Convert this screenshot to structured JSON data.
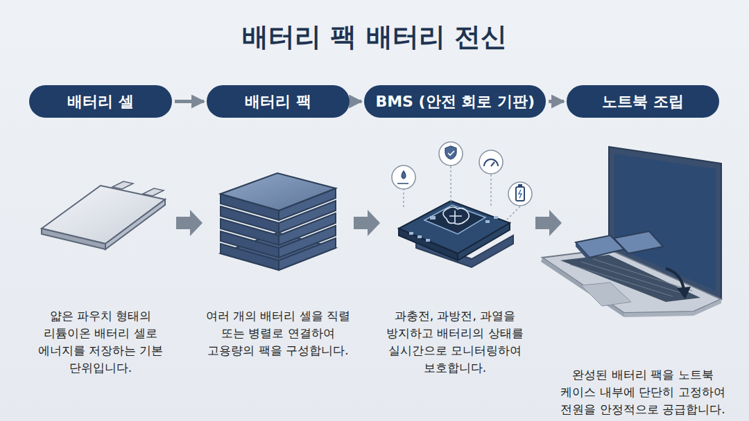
{
  "diagram": {
    "title": "배터리 팩 배터리 전신",
    "nodes": [
      {
        "text": [
          "배터리 셀"
        ]
      },
      {
        "text": [
          "배터리 팩"
        ]
      },
      {
        "text": [
          "BMS (안전 회로 기판)"
        ]
      },
      {
        "text": [
          "노트북 조립"
        ]
      }
    ],
    "edges": [
      {
        "from": 0,
        "to": 1,
        "arrow": "to"
      },
      {
        "from": 1,
        "to": 2,
        "arrow": "to"
      },
      {
        "from": 2,
        "to": 3,
        "arrow": "to"
      }
    ],
    "labels": [
      "얇은 파우치 형태의 리튬이온 배터리 셀로 에너지를 저장하는 기본 단위입니다.",
      "여러 개의 배터리 셀을 직렬 또는 병렬로 연결하여 고용량의 팩을 구성합니다.",
      "과충전, 과방전, 과열을 방지하고 배터리의 상태를 실시간으로 모니터링하여 보호합니다.",
      "완성된 배터리 팩을 노트북 케이스 내부에 단단히 고정하여 전원을 안정적으로 공급합니다."
    ]
  }
}
